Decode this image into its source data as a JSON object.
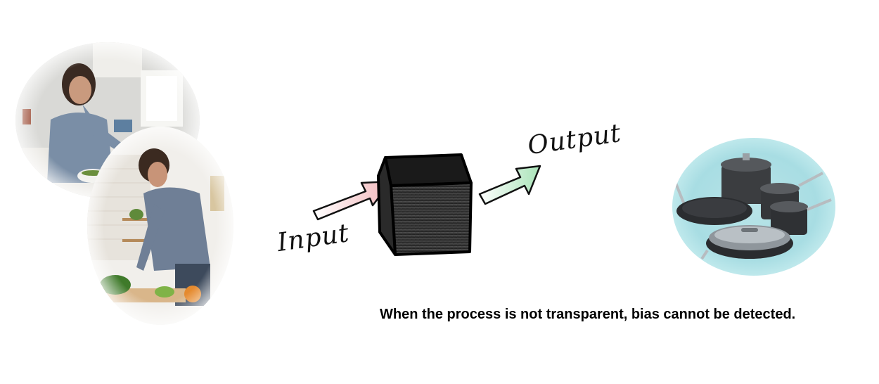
{
  "labels": {
    "input": "Input",
    "output": "Output"
  },
  "caption": "When the process is not transparent, bias cannot be detected.",
  "icons": {
    "input_arrow": "arrow-right-icon",
    "output_arrow": "arrow-right-icon",
    "black_box": "cube-icon",
    "cookware": "cookware-icon"
  },
  "colors": {
    "input_arrow_fill": "#f4c6c8",
    "output_arrow_fill": "#bfeacc",
    "box_fill": "#2b2b2b",
    "cookware_background": "#a8dde3"
  }
}
